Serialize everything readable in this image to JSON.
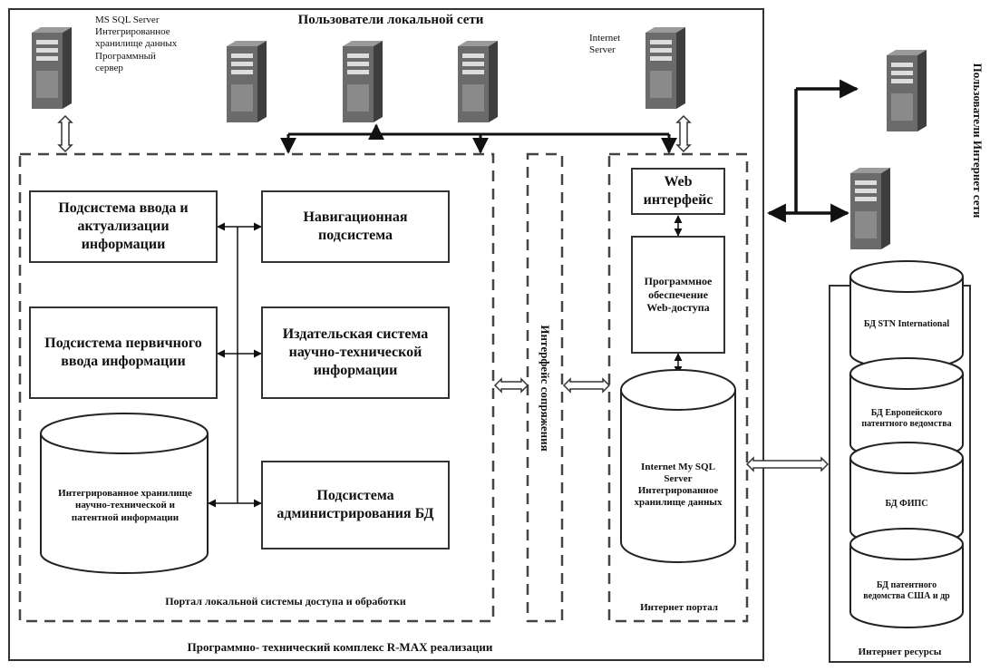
{
  "title": "Пользователи локальной сети",
  "servers": {
    "mssql_label": "MS SQL Server\nИнтегрированное\nхранилище данных\nПрограммный\nсервер",
    "internet_label": "Internet\nServer"
  },
  "internet_users": "Пользователи Интернет сети",
  "left_portal": {
    "caption": "Портал локальной системы доступа и обработки",
    "boxes": {
      "input": "Подсистема ввода и актуализации информации",
      "nav": "Навигационная подсистема",
      "primary": "Подсистема первичного ввода информации",
      "publish": "Издательская система научно-технической информации",
      "admin": "Подсистема администрирования БД"
    },
    "storage": "Интегрированное хранилище научно-технической и патентной информации"
  },
  "interfaces": "Интерфейс сопряжения",
  "internet_portal": {
    "caption": "Интернет портал",
    "web": "Web интерфейс",
    "software": "Программное обеспечение Web-доступа",
    "db": "Internet My SQL Server Интегрированное хранилище данных"
  },
  "complex_caption": "Программно- технический комплекс R-MAX реализации",
  "resources": {
    "caption": "Интернет ресурсы",
    "dbs": [
      "БД STN International",
      "БД Европейского патентного ведомства",
      "БД ФИПС",
      "БД патентного ведомства США и др"
    ]
  }
}
